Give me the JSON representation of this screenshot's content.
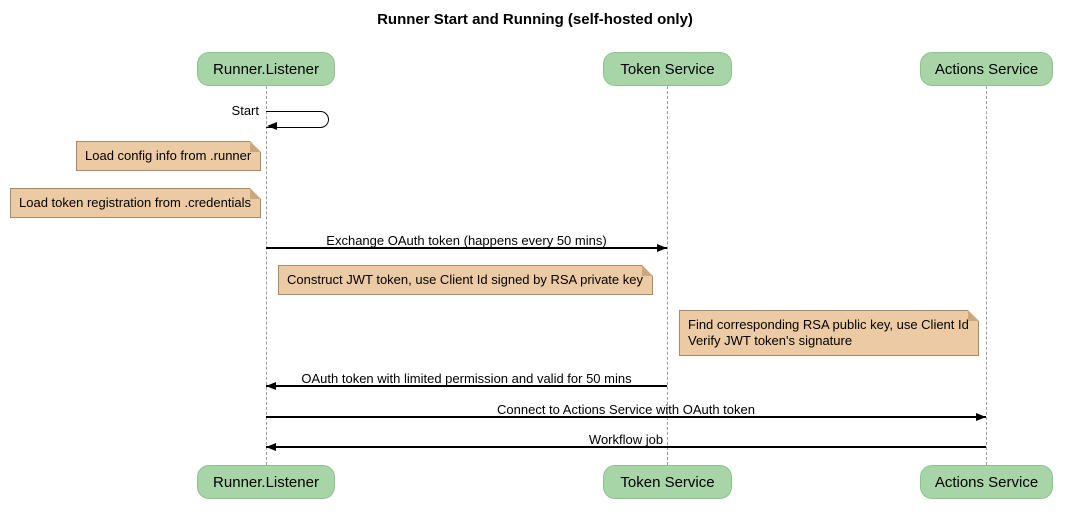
{
  "title": "Runner Start and Running (self-hosted only)",
  "colors": {
    "participant-fill": "#a8d5a8",
    "participant-border": "#8fc18f",
    "note-fill": "#eccba4",
    "note-border": "#a98a68",
    "note-fold": "#c9a87e",
    "lifeline": "#9a9a9a",
    "message": "#000000"
  },
  "participants": [
    {
      "name": "Runner.Listener"
    },
    {
      "name": "Token Service"
    },
    {
      "name": "Actions Service"
    }
  ],
  "messages": [
    {
      "label": "Start",
      "from": "Runner.Listener",
      "to": "Runner.Listener",
      "kind": "self"
    },
    {
      "label": "Exchange OAuth token (happens every 50 mins)",
      "from": "Runner.Listener",
      "to": "Token Service",
      "kind": "solid"
    },
    {
      "label": "OAuth token with limited permission and valid for 50 mins",
      "from": "Token Service",
      "to": "Runner.Listener",
      "kind": "solid"
    },
    {
      "label": "Connect to Actions Service with OAuth token",
      "from": "Runner.Listener",
      "to": "Actions Service",
      "kind": "solid"
    },
    {
      "label": "Workflow job",
      "from": "Actions Service",
      "to": "Runner.Listener",
      "kind": "solid"
    }
  ],
  "notes": [
    {
      "text": "Load config info from .runner",
      "over": "Runner.Listener"
    },
    {
      "text": "Load token registration from .credentials",
      "over": "Runner.Listener"
    },
    {
      "text": "Construct JWT token, use Client Id signed by RSA private key",
      "over": "Runner.Listener"
    },
    {
      "text": "Find corresponding RSA public key, use Client Id\nVerify JWT token's signature",
      "over": "Token Service"
    }
  ]
}
